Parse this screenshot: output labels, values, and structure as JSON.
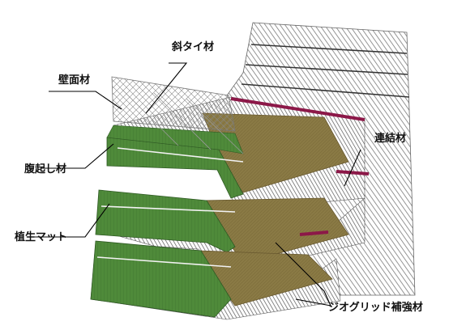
{
  "labels": {
    "diagonal_tie": "斜タイ材",
    "wall_face": "壁面材",
    "waist_member": "腹起し材",
    "connector": "連結材",
    "vegetation_mat": "植生マット",
    "geogrid": "ジオグリッド補強材"
  },
  "colors": {
    "vegetation_green": "#4f8a3a",
    "vegetation_green_dark": "#3f7430",
    "soil_brown": "#8a7a45",
    "geogrid_gray": "#9a9a9a",
    "connector_red": "#8c1848"
  },
  "components": [
    "wall-face-mesh",
    "diagonal-tie",
    "waist-member",
    "connector",
    "vegetation-mat",
    "geogrid-reinforcement"
  ]
}
